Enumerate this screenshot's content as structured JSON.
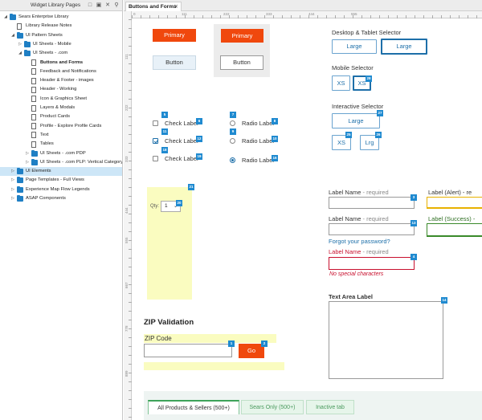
{
  "left_panel": {
    "title": "Widget Library Pages",
    "tree": [
      {
        "label": "Sears Enterprise Library",
        "type": "folder",
        "depth": 0,
        "expanded": true
      },
      {
        "label": "Library Release Notes",
        "type": "page",
        "depth": 1
      },
      {
        "label": "UI Pattern Sheets",
        "type": "folder",
        "depth": 1,
        "expanded": true
      },
      {
        "label": "UI Sheets - Mobile",
        "type": "folder",
        "depth": 2,
        "expanded": false
      },
      {
        "label": "UI Sheets - .com",
        "type": "folder",
        "depth": 2,
        "expanded": true
      },
      {
        "label": "Buttons and Forms",
        "type": "page",
        "depth": 3,
        "bold": true
      },
      {
        "label": "Feedback and Notifications",
        "type": "page",
        "depth": 3
      },
      {
        "label": "Header & Footer - images",
        "type": "page",
        "depth": 3
      },
      {
        "label": "Header - Working",
        "type": "page",
        "depth": 3
      },
      {
        "label": "Icon & Graphics Sheet",
        "type": "page",
        "depth": 3
      },
      {
        "label": "Layers & Modals",
        "type": "page",
        "depth": 3
      },
      {
        "label": "Product Cards",
        "type": "page",
        "depth": 3
      },
      {
        "label": "Profile - Explore Profile Cards",
        "type": "page",
        "depth": 3
      },
      {
        "label": "Text",
        "type": "page",
        "depth": 3
      },
      {
        "label": "Tables",
        "type": "page",
        "depth": 3
      },
      {
        "label": "UI Sheets - .com PDP",
        "type": "folder",
        "depth": 3,
        "expanded": false
      },
      {
        "label": "UI Sheets - .com PLP: Vertical Category",
        "type": "folder",
        "depth": 3,
        "expanded": false
      },
      {
        "label": "UI Elements",
        "type": "folder",
        "depth": 1,
        "expanded": false,
        "selected": true
      },
      {
        "label": "Page Templates - Full Views",
        "type": "folder",
        "depth": 1,
        "expanded": false
      },
      {
        "label": "Experience Map Flow Legends",
        "type": "folder",
        "depth": 1,
        "expanded": false
      },
      {
        "label": "ASAP Components",
        "type": "folder",
        "depth": 1,
        "expanded": false
      }
    ]
  },
  "editor": {
    "tab_title": "Buttons and Forms",
    "ruler_top": [
      "0",
      "111",
      "222",
      "333",
      "444",
      "555"
    ],
    "ruler_left": [
      "111",
      "222",
      "333",
      "444",
      "555",
      "667",
      "778",
      "889"
    ]
  },
  "buttons": {
    "primary_1": "Primary",
    "primary_2": "Primary",
    "button_1": "Button",
    "button_2": "Button"
  },
  "desktop_selector": {
    "title": "Desktop & Tablet Selector",
    "options": [
      "Large",
      "Large"
    ],
    "active_index": 1
  },
  "mobile_selector": {
    "title": "Mobile Selector",
    "options": [
      "XS",
      "XS"
    ],
    "active_index": 1
  },
  "interactive_selector": {
    "title": "Interactive Selector",
    "large": "Large",
    "xs": "XS",
    "lrg": "Lrg"
  },
  "checkboxes": [
    {
      "label": "Check Label",
      "checked": false
    },
    {
      "label": "Check Label",
      "checked": true
    },
    {
      "label": "Check Label",
      "checked": false
    }
  ],
  "radios": [
    {
      "label": "Radio Label",
      "checked": false
    },
    {
      "label": "Radio Label",
      "checked": false
    },
    {
      "label": "Radio Label",
      "checked": true
    }
  ],
  "qty": {
    "label": "Qty:",
    "value": "1"
  },
  "fields": {
    "field_1": {
      "label": "Label Name",
      "suffix": " - required"
    },
    "field_2": {
      "label": "Label Name",
      "suffix": " - required"
    },
    "field_3": {
      "label": "Label Name",
      "suffix": " - required"
    },
    "alert_label": "Label (Alert) - re",
    "success_label": "Label (Success) - re",
    "forgot_link": "Forgot your password?",
    "error_msg": "No special characters",
    "textarea_label": "Text Area Label"
  },
  "zip": {
    "title": "ZIP Validation",
    "label": "ZIP Code",
    "go": "Go"
  },
  "tabs": [
    "All Products & Sellers (500+)",
    "Sears Only (500+)",
    "Inactive tab"
  ],
  "badges": {
    "b1": "1",
    "b2": "2",
    "b3": "3",
    "b4": "4",
    "b5": "5",
    "b6": "6",
    "b7": "7",
    "b8": "8",
    "b9": "9",
    "b10": "10",
    "b11": "11",
    "b12": "12",
    "b13": "13",
    "b14": "14",
    "b15": "15",
    "b16": "16",
    "b18": "18",
    "b19": "19",
    "b20": "20",
    "b21": "21",
    "b25": "25",
    "b26": "26",
    "b27": "27",
    "b28": "28"
  },
  "colors": {
    "primary": "#f0480d",
    "link": "#1d6fa9",
    "badge": "#1f8ad0",
    "error": "#c8102e",
    "success": "#3a8a2a",
    "alert": "#e8b100"
  }
}
